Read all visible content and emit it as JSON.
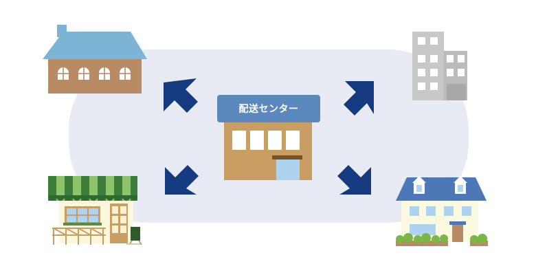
{
  "diagram": {
    "center": {
      "label": "配送センター"
    },
    "destinations": [
      "house",
      "office-building",
      "shop",
      "western-house"
    ],
    "colors": {
      "background_blob": "#e8ebf3",
      "arrow": "#163a7f",
      "center_sign": "#5b89bd",
      "center_wall": "#c99e63",
      "house_roof": "#7cb4d6",
      "house_wall": "#b98b64",
      "building": "#c8c8c8",
      "awning_dark": "#3d7d3a",
      "awning_light": "#8ec46a",
      "western_roof": "#4c78b8",
      "western_wall": "#fbfae0"
    }
  }
}
